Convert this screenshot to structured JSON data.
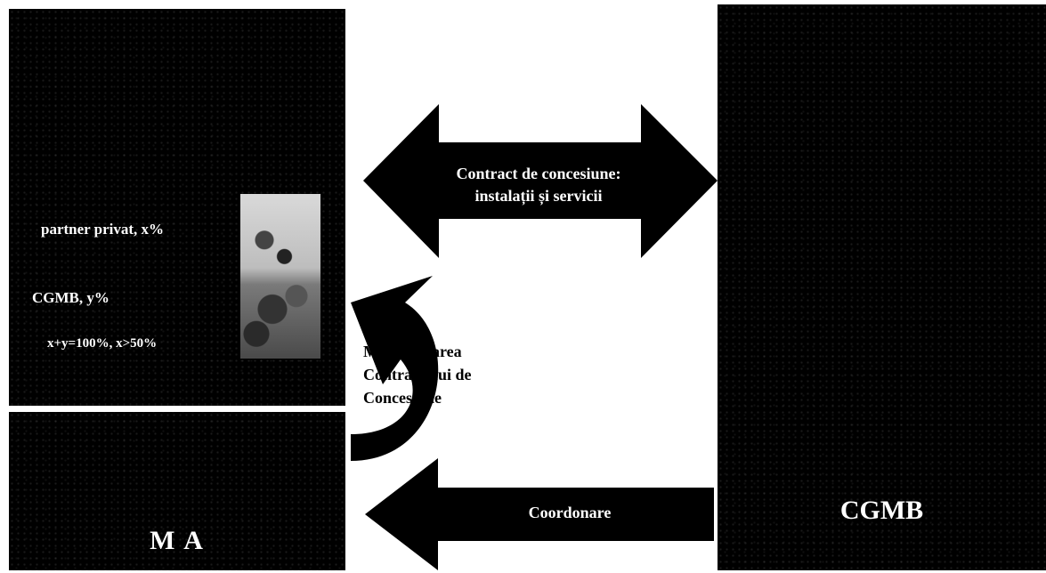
{
  "left_panel": {
    "partner_label": "partner privat, x%",
    "cgmb_share_label": "CGMB, y%",
    "sum_label": "x+y=100%, x>50%"
  },
  "ma_panel": {
    "label": "M A"
  },
  "right_panel": {
    "label": "CGMB"
  },
  "arrows": {
    "contract": {
      "line1": "Contract de concesiune:",
      "line2": "instalații și servicii"
    },
    "monitoring": {
      "line1": "Monitorizarea",
      "line2": "Contractului de",
      "line3": "Concesiune"
    },
    "coordination": {
      "label": "Coordonare"
    }
  },
  "colors": {
    "panel": "#000000",
    "arrow": "#000000",
    "text_on_dark": "#ffffff",
    "background": "#ffffff"
  }
}
